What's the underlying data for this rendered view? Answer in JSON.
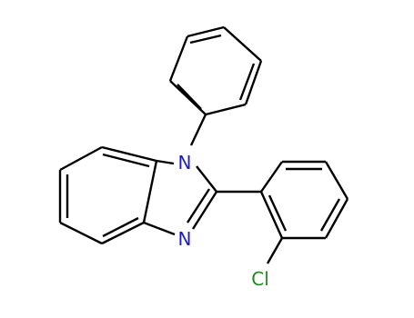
{
  "molecule": {
    "atoms": {
      "n1": {
        "symbol": "N",
        "color": "#1f1fbf"
      },
      "n3": {
        "symbol": "N",
        "color": "#1f1fbf"
      },
      "cl": {
        "symbol": "Cl",
        "color": "#1f8a1f"
      }
    },
    "bond_color": "#000000"
  }
}
